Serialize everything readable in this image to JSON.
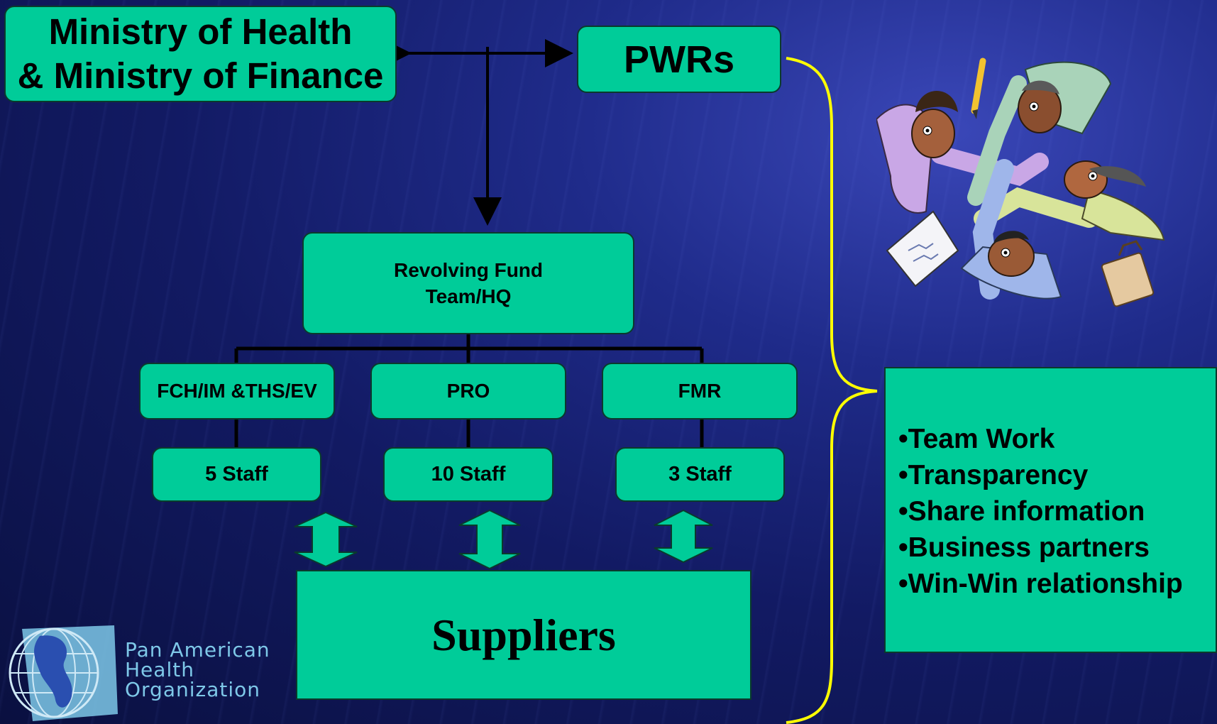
{
  "top_left_box": {
    "line1": "Ministry of Health",
    "line2": "& Ministry of Finance"
  },
  "pwrs_box": {
    "label": "PWRs"
  },
  "revolving_box": {
    "line1": "Revolving Fund",
    "line2": "Team/HQ"
  },
  "units": [
    {
      "label": "FCH/IM &THS/EV",
      "staff": "5 Staff"
    },
    {
      "label": "PRO",
      "staff": "10 Staff"
    },
    {
      "label": "FMR",
      "staff": "3 Staff"
    }
  ],
  "suppliers_box": {
    "label": "Suppliers"
  },
  "values_box": {
    "items": [
      "•Team Work",
      "•Transparency",
      "•Share information",
      "•Business partners",
      "•Win-Win relationship"
    ]
  },
  "logo": {
    "line1": "Pan American",
    "line2": "Health",
    "line3": "Organization"
  },
  "colors": {
    "box_fill": "#00cc99",
    "brace": "#ffff00",
    "background": "#1a2475"
  },
  "illustration": {
    "name": "team-collaboration-illustration"
  }
}
